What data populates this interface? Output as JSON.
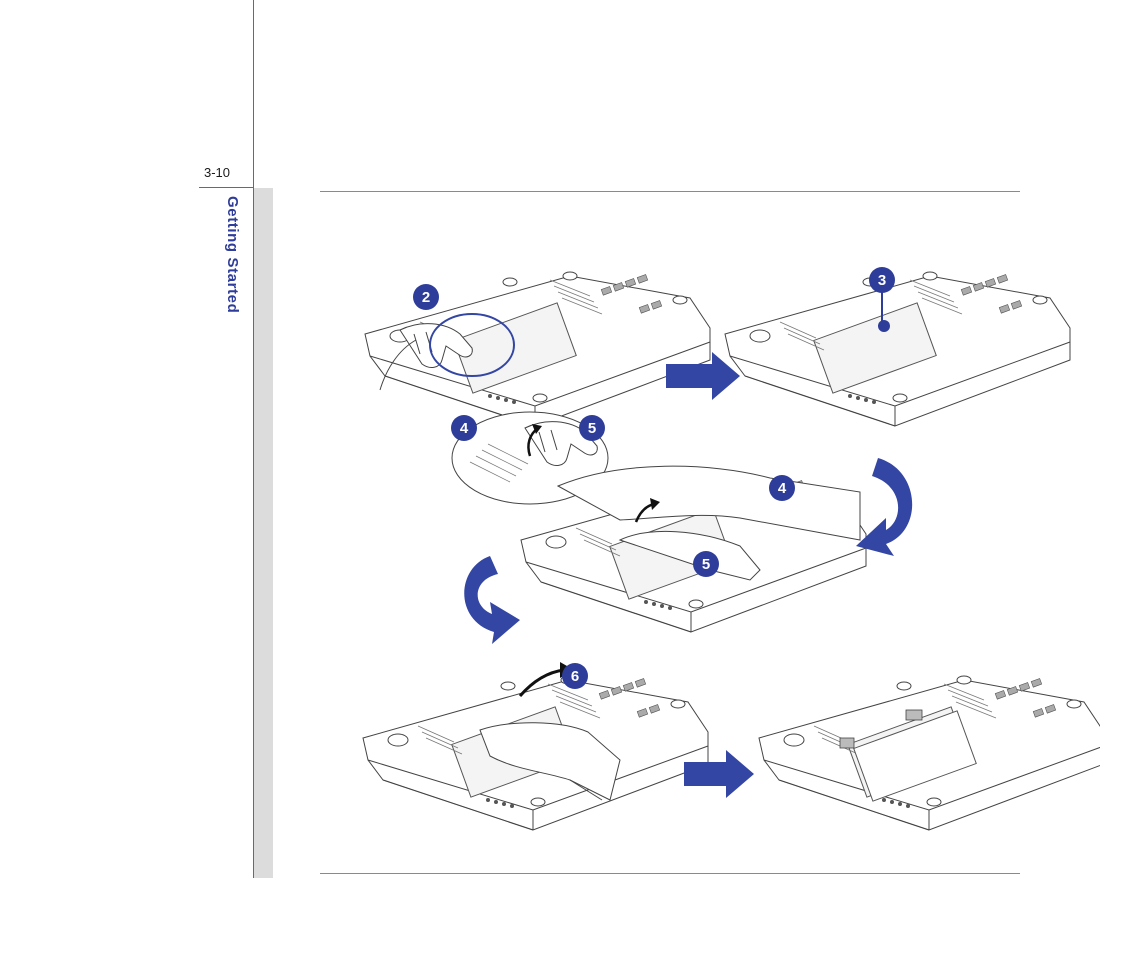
{
  "page": {
    "number": "3-10",
    "section": "Getting Started"
  },
  "colors": {
    "accent": "#2e3d99",
    "arrow": "#3346a3",
    "sidebar_band": "#dcdcdc"
  },
  "figure": {
    "step_markers": [
      "2",
      "3",
      "4",
      "5",
      "4",
      "5",
      "6"
    ],
    "icons": [
      "arrow-right-icon",
      "arrow-curved-down-icon",
      "step-marker-icon"
    ]
  }
}
